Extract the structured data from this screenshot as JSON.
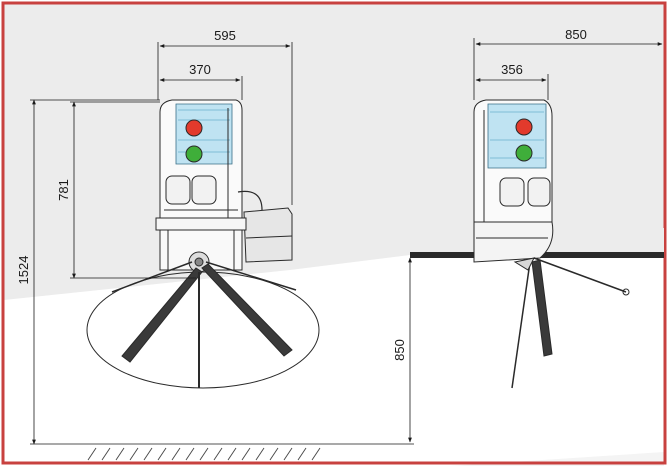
{
  "colors": {
    "frame": "#c8413f",
    "backdrop": "#ececec",
    "line": "#2a2a2a",
    "light_red": "#e23a2c",
    "light_green": "#3fae3a",
    "glass": "#bfe3f2",
    "arm_dark": "#3a3a3a"
  },
  "dimensions": {
    "front_width_total": "595",
    "front_width_body": "370",
    "side_width_total": "850",
    "side_width_body": "356",
    "height_total": "1524",
    "height_body": "781",
    "height_arm": "850"
  },
  "views": [
    "front-view",
    "side-view"
  ],
  "icons": {
    "stop": "red-light-icon",
    "go": "green-light-icon"
  }
}
